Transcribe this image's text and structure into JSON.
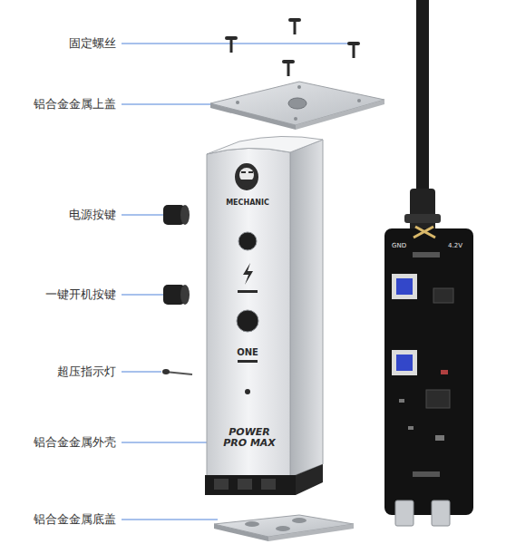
{
  "diagram": {
    "labels": [
      "固定螺丝",
      "铝合金金属上盖",
      "电源按键",
      "一键开机按键",
      "超压指示灯",
      "铝合金金属外壳",
      "铝合金金属底盖",
      "MECHANIC",
      "ONE",
      "POWER PRO MAX",
      "GND",
      "4.2V"
    ]
  }
}
